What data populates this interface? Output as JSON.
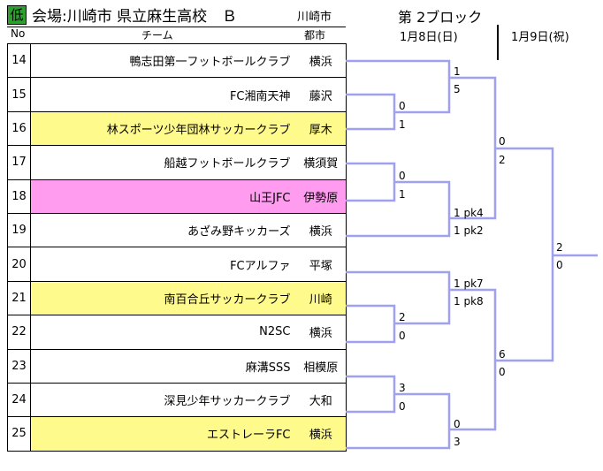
{
  "header": {
    "badge": "低",
    "venue": "会場:川崎市 県立麻生高校　Ｂ",
    "city": "川崎市",
    "block": "第 2ブロック",
    "date1": "1月8日(日)",
    "date2": "1月9日(祝)",
    "col_no": "No",
    "col_team": "チーム",
    "col_city": "都市"
  },
  "colors": {
    "badge": "#2e9e2e",
    "yellow_row": "#fffa8c",
    "pink_row": "#ff9cf0",
    "bracket_line": "#a0a0f0"
  },
  "teams": [
    {
      "no": "14",
      "team": "鴨志田第一フットボールクラブ",
      "city": "横浜",
      "hl": ""
    },
    {
      "no": "15",
      "team": "FC湘南天神",
      "city": "藤沢",
      "hl": ""
    },
    {
      "no": "16",
      "team": "林スポーツ少年団林サッカークラブ",
      "city": "厚木",
      "hl": "yellow"
    },
    {
      "no": "17",
      "team": "船越フットボールクラブ",
      "city": "横須賀",
      "hl": ""
    },
    {
      "no": "18",
      "team": "山王JFC",
      "city": "伊勢原",
      "hl": "pink"
    },
    {
      "no": "19",
      "team": "あざみ野キッカーズ",
      "city": "横浜",
      "hl": ""
    },
    {
      "no": "20",
      "team": "FCアルファ",
      "city": "平塚",
      "hl": ""
    },
    {
      "no": "21",
      "team": "南百合丘サッカークラブ",
      "city": "川崎",
      "hl": "yellow"
    },
    {
      "no": "22",
      "team": "N2SC",
      "city": "横浜",
      "hl": ""
    },
    {
      "no": "23",
      "team": "麻溝SSS",
      "city": "相模原",
      "hl": ""
    },
    {
      "no": "24",
      "team": "深見少年サッカークラブ",
      "city": "大和",
      "hl": ""
    },
    {
      "no": "25",
      "team": "エストレーラFC",
      "city": "横浜",
      "hl": "yellow"
    }
  ],
  "scores": {
    "m1516_top": "0",
    "m1516_bot": "1",
    "m1718_top": "0",
    "m1718_bot": "1",
    "m2122_top": "2",
    "m2122_bot": "0",
    "m2324_top": "3",
    "m2324_bot": "0",
    "q1_top": "1",
    "q1_bot": "5",
    "q2_top": "1 pk4",
    "q2_bot": "1 pk2",
    "q3_top": "1 pk7",
    "q3_bot": "1 pk8",
    "q4_top": "0",
    "q4_bot": "3",
    "s1_top": "0",
    "s1_bot": "2",
    "s2_top": "6",
    "s2_bot": "0",
    "f_top": "2",
    "f_bot": "0"
  }
}
